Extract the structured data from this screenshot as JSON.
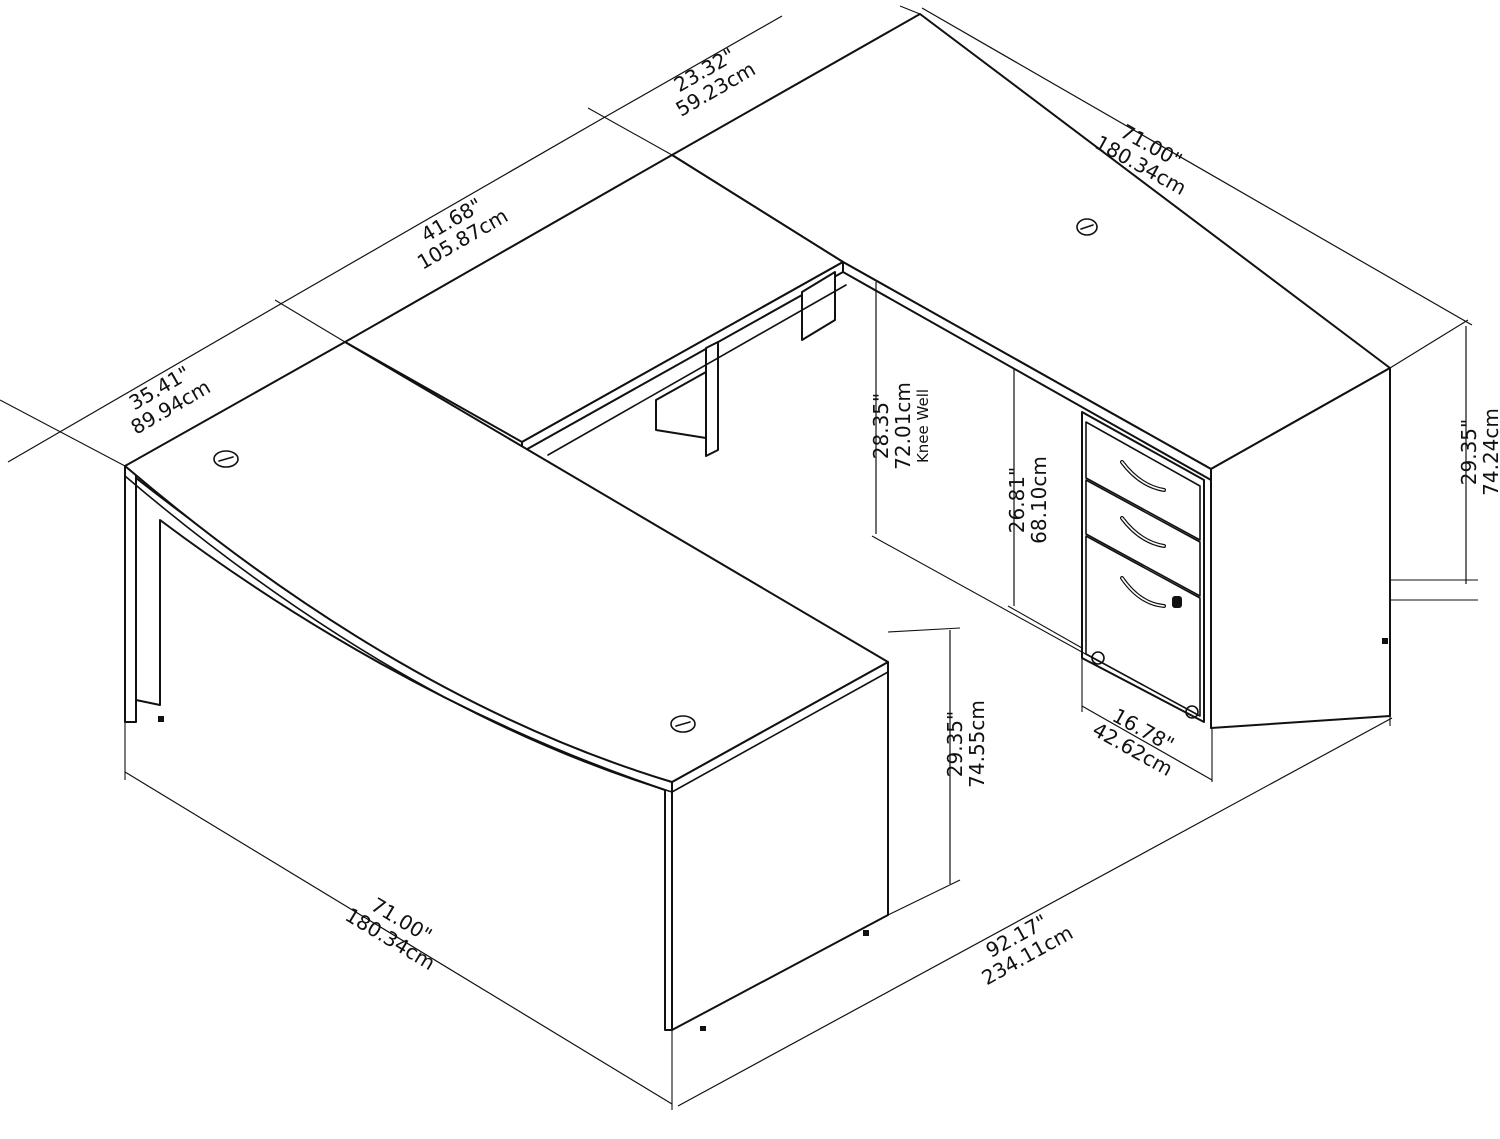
{
  "diagram": {
    "dimensions": {
      "return_depth": {
        "imperial": "23.32\"",
        "metric": "59.23cm"
      },
      "back_desk_width": {
        "imperial": "71.00\"",
        "metric": "180.34cm"
      },
      "bridge_length": {
        "imperial": "41.68\"",
        "metric": "105.87cm"
      },
      "front_desk_depth": {
        "imperial": "35.41\"",
        "metric": "89.94cm"
      },
      "knee_well_height": {
        "imperial": "28.35\"",
        "metric": "72.01cm",
        "note": "Knee Well"
      },
      "pedestal_height": {
        "imperial": "26.81\"",
        "metric": "68.10cm"
      },
      "back_desk_height": {
        "imperial": "29.35\"",
        "metric": "74.24cm"
      },
      "pedestal_width": {
        "imperial": "16.78\"",
        "metric": "42.62cm"
      },
      "front_desk_height": {
        "imperial": "29.35\"",
        "metric": "74.55cm"
      },
      "front_desk_width": {
        "imperial": "71.00\"",
        "metric": "180.34cm"
      },
      "overall_depth": {
        "imperial": "92.17\"",
        "metric": "234.11cm"
      }
    }
  }
}
